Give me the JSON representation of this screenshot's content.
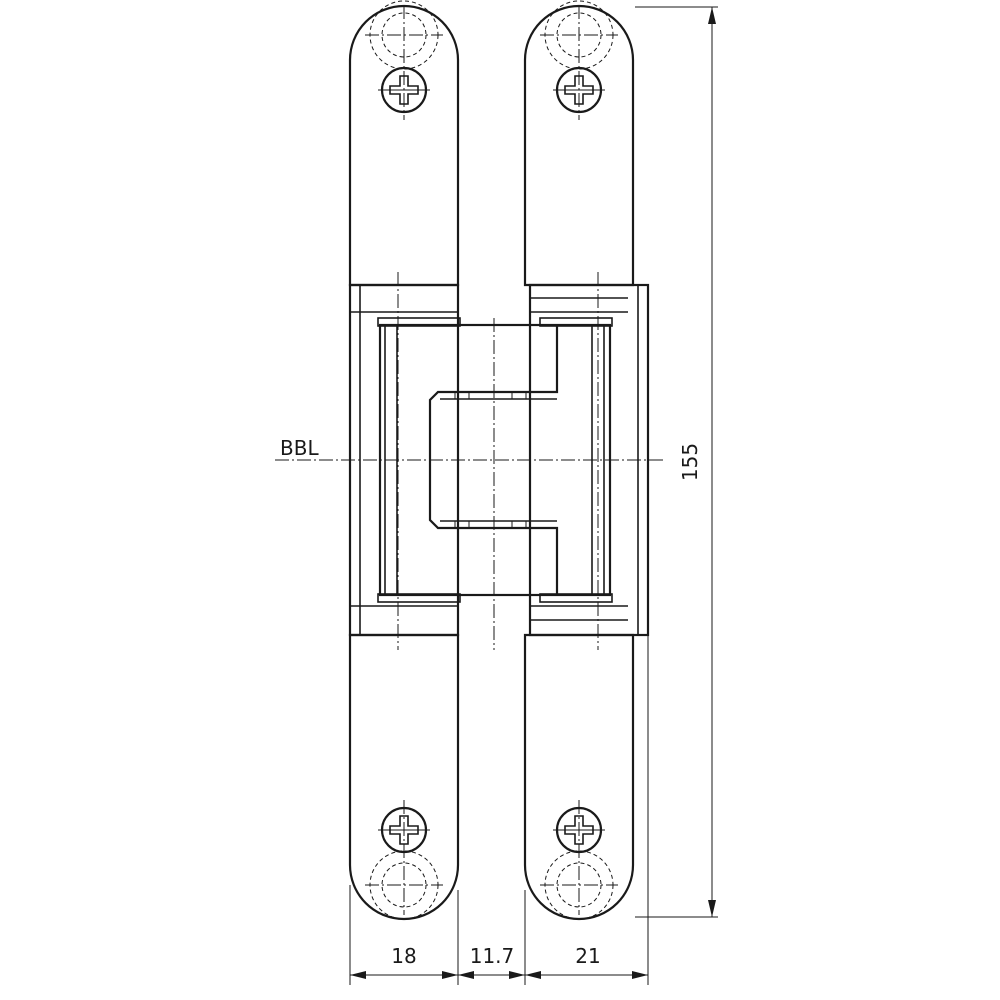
{
  "drawing": {
    "reference_label": "BBL",
    "dimensions": {
      "height": "155",
      "left_leaf_width": "18",
      "gap": "11.7",
      "right_leaf_width": "21"
    }
  }
}
